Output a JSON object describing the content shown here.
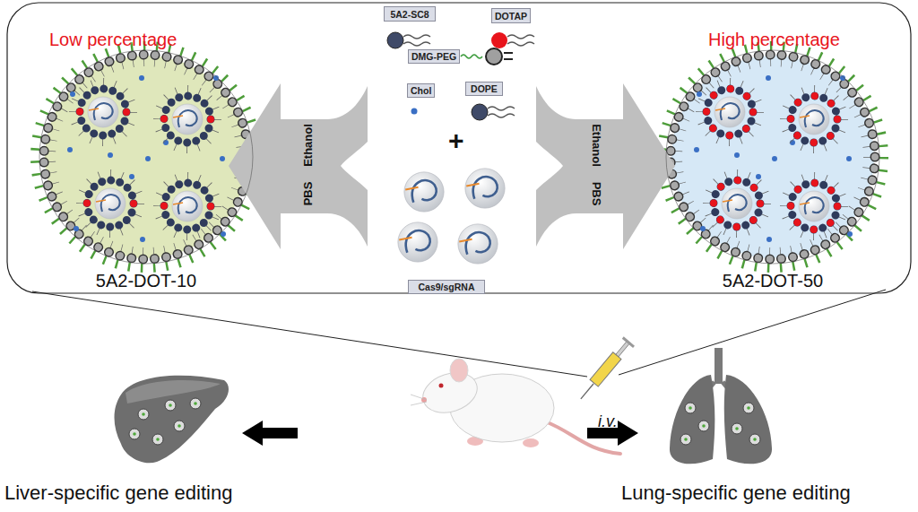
{
  "diagram": {
    "nodes": [
      {
        "text": [
          "5A2-SC8"
        ]
      },
      {
        "text": [
          "DOTAP"
        ]
      },
      {
        "text": [
          "DMG-PEG"
        ]
      },
      {
        "text": [
          "Chol"
        ]
      },
      {
        "text": [
          "DOPE"
        ]
      },
      {
        "text": [
          "Cas9/sgRNA"
        ]
      },
      {
        "text": [
          "Ethanol",
          "PBS"
        ]
      },
      {
        "text": [
          "Ethanol",
          "PBS"
        ]
      },
      {
        "text": [
          "5A2-DOT-10"
        ]
      },
      {
        "text": [
          "5A2-DOT-50"
        ]
      }
    ],
    "labels": [
      "Low percentage",
      "High percentage",
      "+",
      "i.v.",
      "Liver-specific gene editing",
      "Lung-specific gene editing"
    ]
  }
}
